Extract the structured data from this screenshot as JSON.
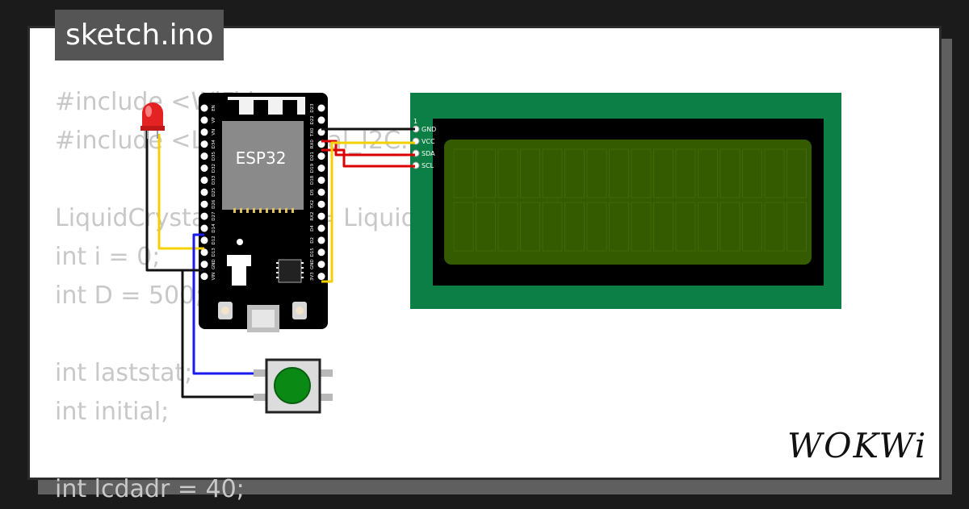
{
  "file_tab": {
    "label": "sketch.ino"
  },
  "code": {
    "lines": [
      "#include <WiFi.h>",
      "#include <LiquidCrystal_I2C.h>",
      "",
      "LiquidCrystal_I2C lcd = LiquidCrystal_I2C",
      "int i = 0;",
      "int D = 500;",
      "",
      "int laststat;",
      "int initial;",
      "",
      "int lcdadr = 40;"
    ]
  },
  "board": {
    "chip_label": "ESP32",
    "left_pins": [
      "EN",
      "VP",
      "VN",
      "D34",
      "D35",
      "D32",
      "D33",
      "D25",
      "D26",
      "D27",
      "D14",
      "D12",
      "D13",
      "GND",
      "VIN"
    ],
    "right_pins": [
      "D23",
      "D22",
      "TX0",
      "RX0",
      "D21",
      "D19",
      "D18",
      "D5",
      "TX2",
      "RX2",
      "D4",
      "D2",
      "D15",
      "GND",
      "3V3"
    ]
  },
  "lcd": {
    "pin_index_label": "1",
    "pins": [
      "GND",
      "VCC",
      "SDA",
      "SCL"
    ],
    "colors": {
      "pcb": "#0b7f45",
      "bezel": "#000000",
      "screen": "#355b00"
    }
  },
  "wires": {
    "black": "#111111",
    "red": "#dd0000",
    "yellow": "#f5d000",
    "blue": "#1a1aee"
  },
  "led": {
    "color": "#e52222"
  },
  "pushbutton": {
    "cap_color": "#0a8a15"
  },
  "brand": {
    "logo_text": "WOKWi"
  }
}
